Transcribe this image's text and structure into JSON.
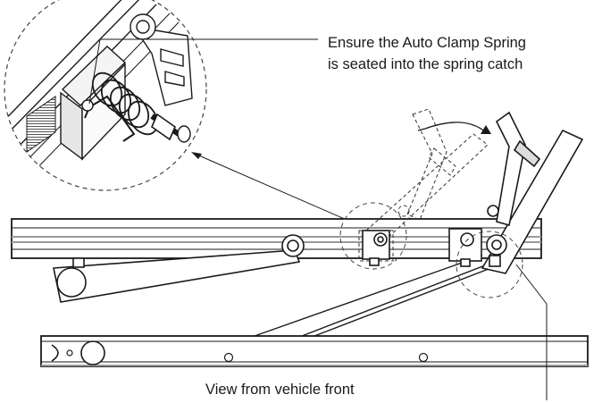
{
  "callout": {
    "line1": "Ensure the Auto Clamp Spring",
    "line2": "is seated into the spring catch"
  },
  "caption": "View from vehicle front",
  "colors": {
    "ink": "#1a1a1a",
    "rail_shade": "#9a9a9a",
    "hidden_line": "#333333"
  }
}
